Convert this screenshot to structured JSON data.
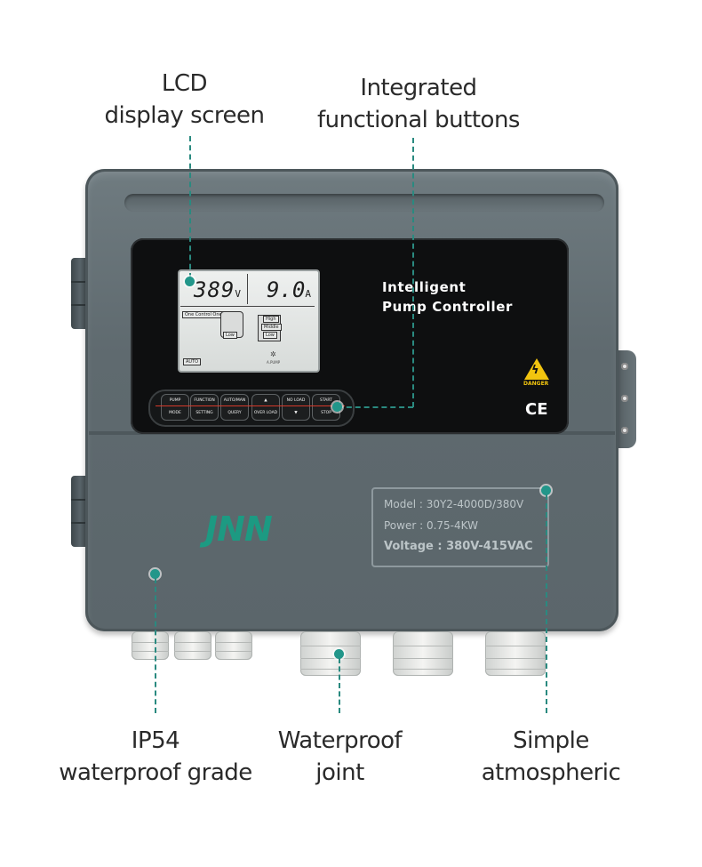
{
  "callouts": {
    "lcd": [
      "LCD",
      "display screen"
    ],
    "buttons": [
      "Integrated",
      "functional buttons"
    ],
    "ip54": [
      "IP54",
      "waterproof grade"
    ],
    "joint": [
      "Waterproof",
      "joint"
    ],
    "simple": [
      "Simple",
      "atmospheric"
    ]
  },
  "device": {
    "logo": "JNN",
    "title_line1": "Intelligent",
    "title_line2": "Pump Controller",
    "warning_label": "DANGER",
    "ce_mark": "CE",
    "lcd": {
      "voltage": "389",
      "voltage_unit": "V",
      "current": "9.0",
      "current_unit": "A",
      "mode_label": "One Control One",
      "tank_label": "Low",
      "level_high": "High",
      "level_middle": "Middle",
      "level_low": "Low",
      "auto_label": "AUTO",
      "pump_label": "A.PUMP"
    },
    "keys": [
      {
        "top": "PUMP",
        "bottom": "MODE"
      },
      {
        "top": "FUNCTION",
        "bottom": "SETTING"
      },
      {
        "top": "AUTO/MAN",
        "bottom": "QUERY"
      },
      {
        "top": "▲",
        "bottom": "OVER LOAD"
      },
      {
        "top": "NO LOAD",
        "bottom": "▼"
      },
      {
        "top": "START",
        "bottom": "STOP"
      }
    ],
    "nameplate": {
      "model": "Model : 30Y2-4000D/380V",
      "power": "Power : 0.75-4KW",
      "voltage": "Voltage : 380V-415VAC"
    }
  },
  "colors": {
    "accent": "#22968a",
    "enclosure": "#5f6a6f",
    "logo": "#1c9a82"
  }
}
